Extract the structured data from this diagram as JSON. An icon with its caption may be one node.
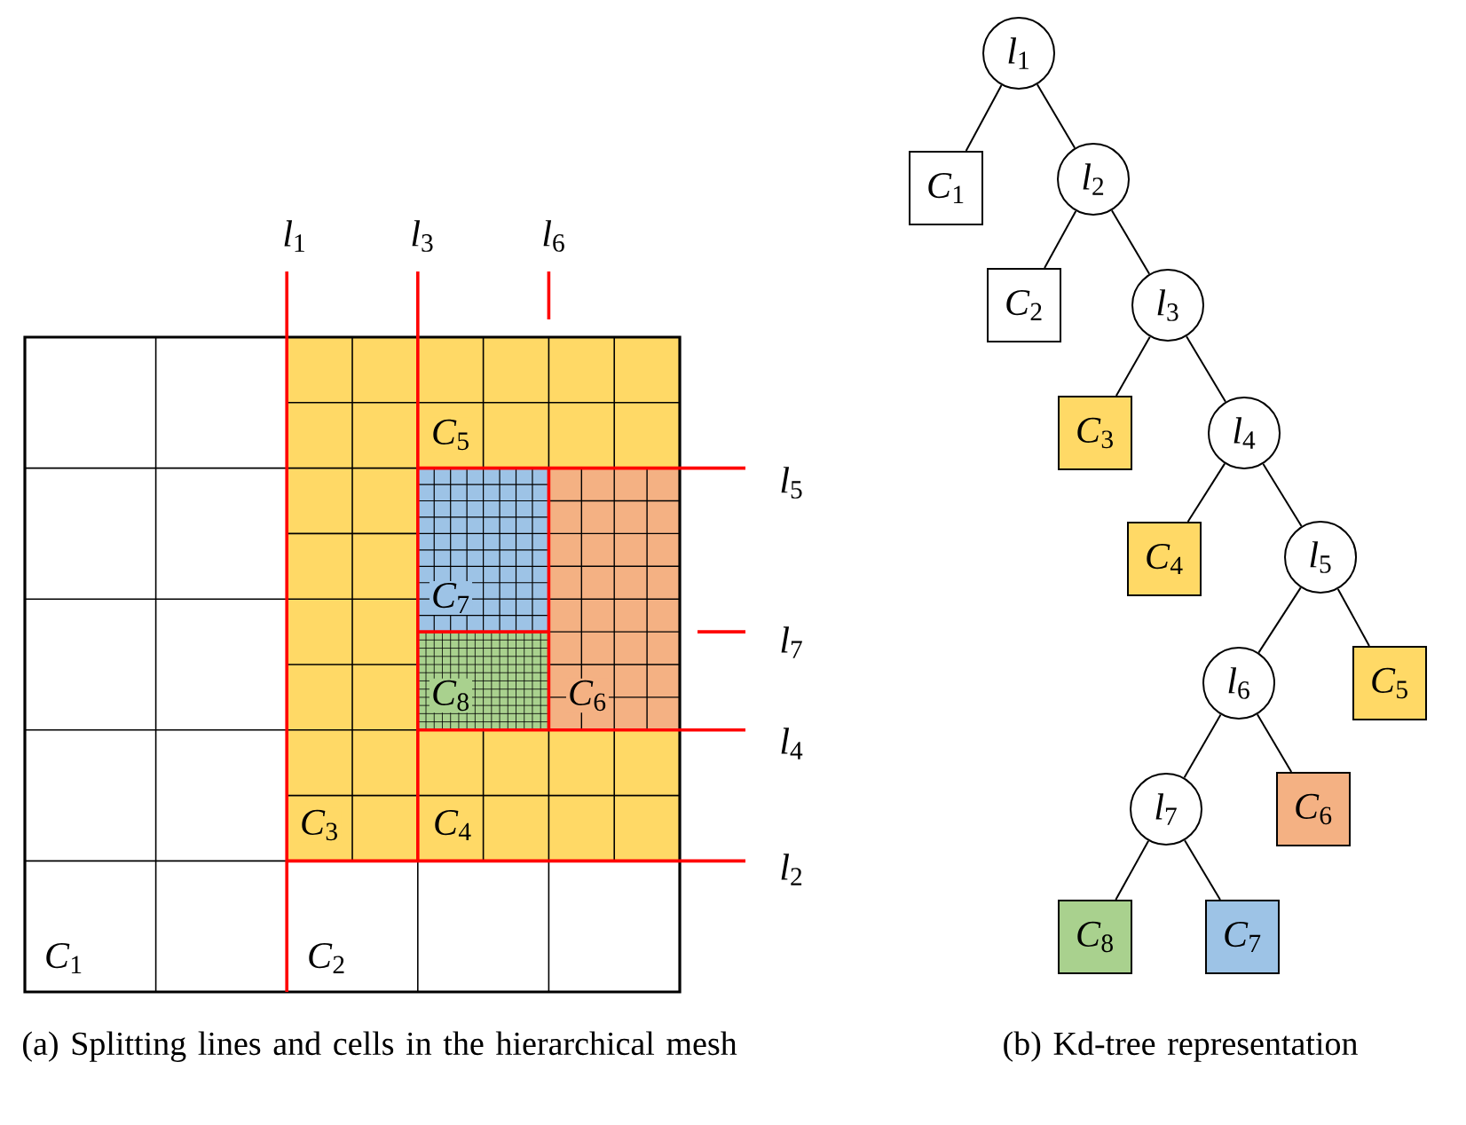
{
  "diagram": {
    "nodes": [
      {
        "text": [
          "*l*$_{1}$"
        ]
      },
      {
        "text": [
          "*C*$_{1}$"
        ]
      },
      {
        "text": [
          "*l*$_{2}$"
        ]
      },
      {
        "text": [
          "*C*$_{2}$"
        ]
      },
      {
        "text": [
          "*l*$_{3}$"
        ]
      },
      {
        "text": [
          "*C*$_{3}$"
        ]
      },
      {
        "text": [
          "*l*$_{4}$"
        ]
      },
      {
        "text": [
          "*C*$_{4}$"
        ]
      },
      {
        "text": [
          "*l*$_{5}$"
        ]
      },
      {
        "text": [
          "*l*$_{6}$"
        ]
      },
      {
        "text": [
          "*C*$_{5}$"
        ]
      },
      {
        "text": [
          "*l*$_{7}$"
        ]
      },
      {
        "text": [
          "*C*$_{6}$"
        ]
      },
      {
        "text": [
          "*C*$_{8}$"
        ]
      },
      {
        "text": [
          "*C*$_{7}$"
        ]
      }
    ],
    "edges": [
      {
        "from": 0,
        "to": 1,
        "arrow": "none"
      },
      {
        "from": 0,
        "to": 2,
        "arrow": "none"
      },
      {
        "from": 2,
        "to": 3,
        "arrow": "none"
      },
      {
        "from": 2,
        "to": 4,
        "arrow": "none"
      },
      {
        "from": 4,
        "to": 5,
        "arrow": "none"
      },
      {
        "from": 4,
        "to": 6,
        "arrow": "none"
      },
      {
        "from": 6,
        "to": 7,
        "arrow": "none"
      },
      {
        "from": 6,
        "to": 8,
        "arrow": "none"
      },
      {
        "from": 8,
        "to": 9,
        "arrow": "none"
      },
      {
        "from": 8,
        "to": 10,
        "arrow": "none"
      },
      {
        "from": 9,
        "to": 11,
        "arrow": "none"
      },
      {
        "from": 9,
        "to": 12,
        "arrow": "none"
      },
      {
        "from": 11,
        "to": 13,
        "arrow": "none"
      },
      {
        "from": 11,
        "to": 14,
        "arrow": "none"
      }
    ],
    "labels": [
      "*l*$_{1}$",
      "*l*$_{3}$",
      "*l*$_{6}$",
      "*C*$_{5}$",
      "*l*$_{5}$",
      "*C*$_{7}$",
      "*l*$_{7}$",
      "*C*$_{8}$",
      "*C*$_{6}$",
      "*l*$_{4}$",
      "*C*$_{3}$",
      "*C*$_{4}$",
      "*l*$_{2}$",
      "*C*$_{1}$",
      "*C*$_{2}$",
      "(a) Splitting lines and cells in the hierarchical mesh",
      "(b) Kd-tree representation"
    ]
  }
}
